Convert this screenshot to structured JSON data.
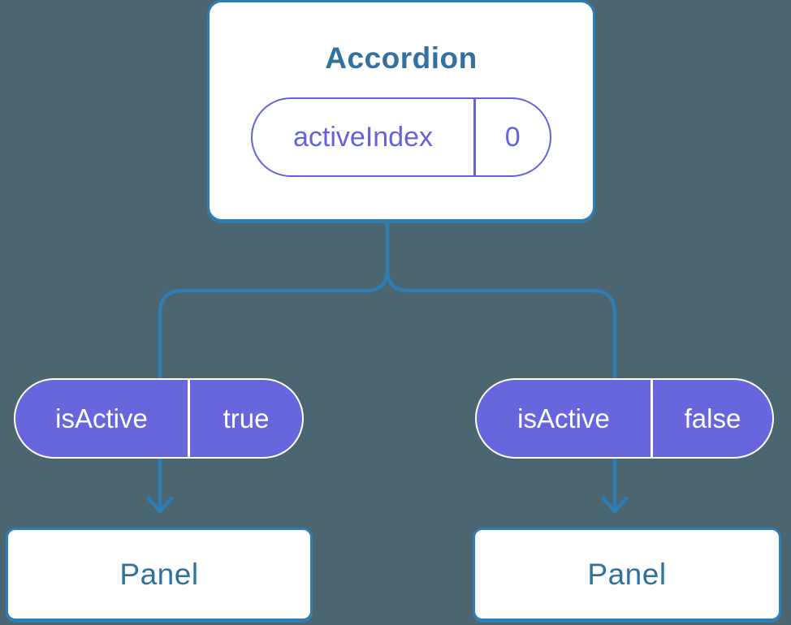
{
  "colors": {
    "background": "#4c6671",
    "connector": "#2e7eb3",
    "card_border": "#2e7eb3",
    "title_text": "#35719e",
    "panel_text": "#2f719f",
    "pill_outline_purple": "#6463da",
    "pill_fill_purple": "#6866dd",
    "pill_text_on_fill": "#ffffff",
    "card_background": "#ffffff"
  },
  "root": {
    "title": "Accordion",
    "state": {
      "name": "activeIndex",
      "value": "0"
    }
  },
  "children": [
    {
      "prop": {
        "name": "isActive",
        "value": "true"
      },
      "panel_label": "Panel"
    },
    {
      "prop": {
        "name": "isActive",
        "value": "false"
      },
      "panel_label": "Panel"
    }
  ]
}
